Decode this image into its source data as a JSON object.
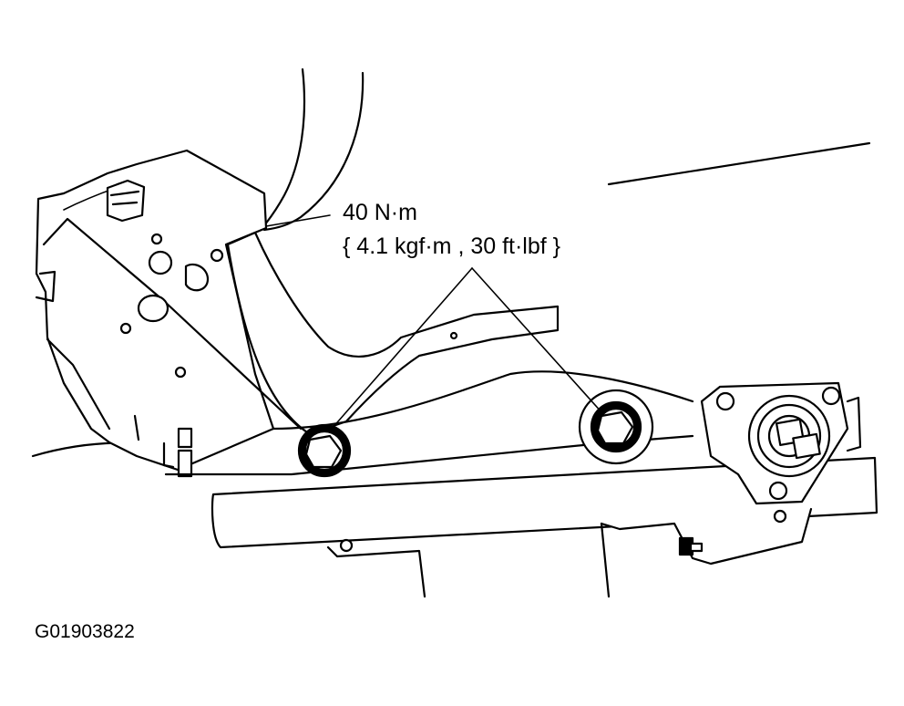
{
  "callout": {
    "torque_line1": "40 N·m",
    "torque_line2": "{ 4.1 kgf·m , 30 ft·lbf }"
  },
  "figure_id": "G01903822"
}
